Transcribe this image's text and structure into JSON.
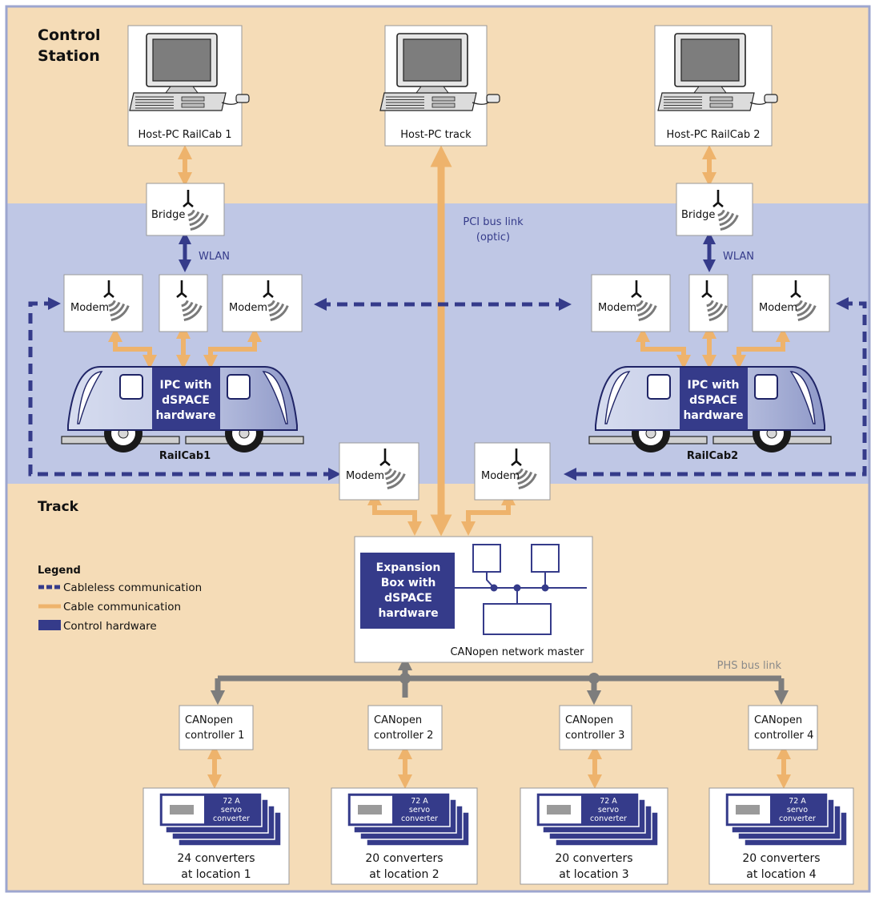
{
  "zones": {
    "control_station": "Control\nStation",
    "track": "Track"
  },
  "hosts": [
    {
      "label": "Host-PC RailCab 1"
    },
    {
      "label": "Host-PC track"
    },
    {
      "label": "Host-PC RailCab 2"
    }
  ],
  "bridges": [
    "Bridge",
    "Bridge"
  ],
  "wlan": [
    "WLAN",
    "WLAN"
  ],
  "modems": [
    "Modem",
    "Modem",
    "Modem",
    "Modem",
    "Modem",
    "Modem"
  ],
  "railcabs": [
    {
      "name": "RailCab1",
      "ipc": "IPC with\ndSPACE\nhardware"
    },
    {
      "name": "RailCab2",
      "ipc": "IPC with\ndSPACE\nhardware"
    }
  ],
  "pci_link": "PCI bus link\n(optic)",
  "phs_link": "PHS bus link",
  "expansion": {
    "title": "Expansion\nBox with\ndSPACE\nhardware",
    "caption": "CANopen network master"
  },
  "controllers": [
    "CANopen\ncontroller 1",
    "CANopen\ncontroller 2",
    "CANopen\ncontroller 3",
    "CANopen\ncontroller 4"
  ],
  "converter_card": "72 A\nservo\nconverter",
  "converter_groups": [
    "24 converters\nat location 1",
    "20 converters\nat location 2",
    "20 converters\nat location 3",
    "20 converters\nat location 4"
  ],
  "legend": {
    "title": "Legend",
    "items": [
      "Cableless communication",
      "Cable communication",
      "Control hardware"
    ]
  },
  "colors": {
    "zone_tan": "#f5dcb7",
    "zone_blue": "#bfc7e5",
    "frame_border": "#9da6cf",
    "dark_blue": "#353b8a",
    "orange_arrow": "#eeb36c",
    "gray_bus": "#7d7d7d",
    "label_blue": "#353b8a"
  }
}
